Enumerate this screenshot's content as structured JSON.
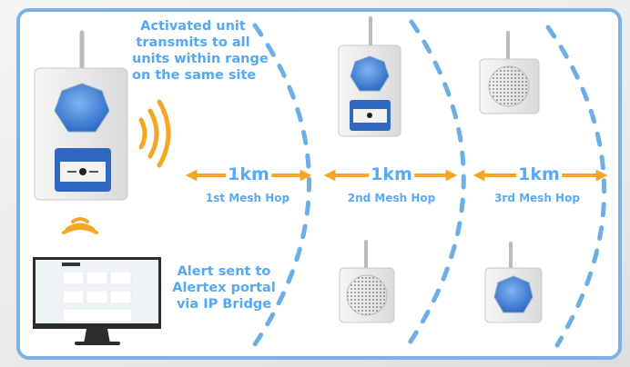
{
  "callout_top": [
    "Activated unit",
    "transmits to all",
    "units within range",
    "on the same site"
  ],
  "callout_bottom": [
    "Alert sent to",
    "Alertex portal",
    "via IP Bridge"
  ],
  "hops": [
    {
      "distance": "1km",
      "label": "1st Mesh Hop"
    },
    {
      "distance": "1km",
      "label": "2nd Mesh Hop"
    },
    {
      "distance": "1km",
      "label": "3rd Mesh Hop"
    }
  ],
  "colors": {
    "accent_blue": "#55a8f2",
    "border_blue": "#7ab3e3",
    "signal_orange": "#f5a623",
    "beacon_blue": "#3d7fd8"
  }
}
